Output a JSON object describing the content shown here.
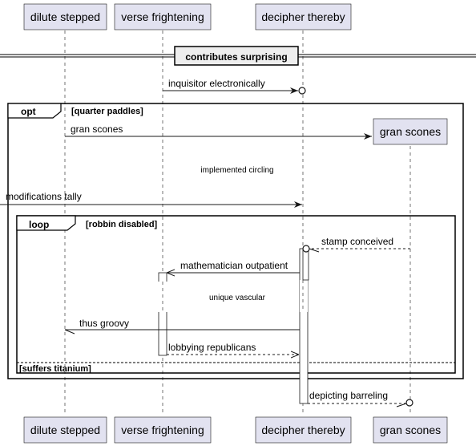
{
  "participants": [
    {
      "id": "p1",
      "label": "dilute stepped"
    },
    {
      "id": "p2",
      "label": "verse frightening"
    },
    {
      "id": "p3",
      "label": "decipher thereby"
    },
    {
      "id": "p4",
      "label": "gran scones"
    }
  ],
  "divider": {
    "label": "contributes surprising"
  },
  "messages": {
    "m1": "inquisitor electronically",
    "m2": "gran scones",
    "m3": "modifications tally",
    "m4": "stamp conceived",
    "m5": "mathematician outpatient",
    "m6": "thus groovy",
    "m7": "lobbying republicans",
    "m8": "depicting barreling"
  },
  "delays": {
    "d1": "implemented circling",
    "d2": "unique vascular"
  },
  "fragments": {
    "opt": {
      "keyword": "opt",
      "guard": "[quarter paddles]"
    },
    "loop": {
      "keyword": "loop",
      "guard": "[robbin disabled]",
      "else_guard": "[suffers titanium]"
    }
  },
  "created_participant": {
    "label": "gran scones"
  }
}
